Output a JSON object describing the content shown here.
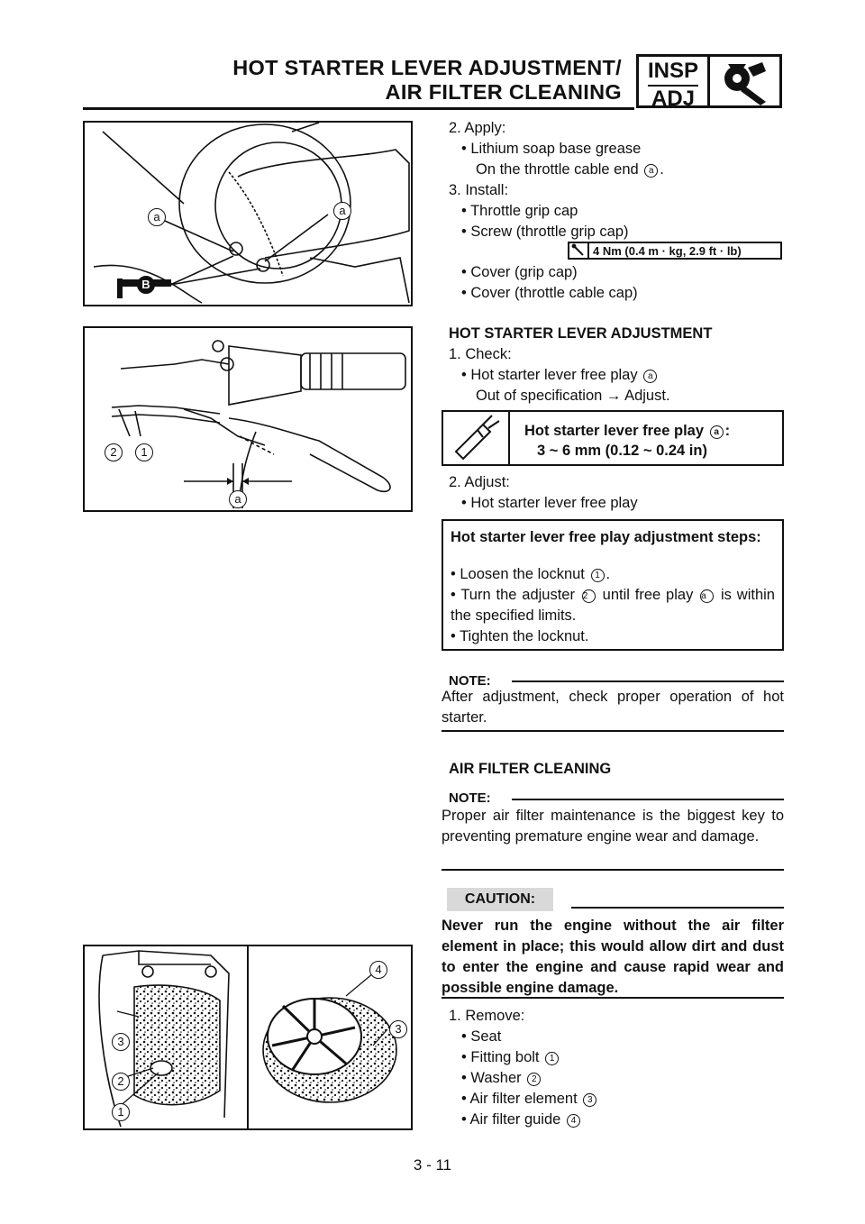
{
  "header": {
    "title_line1": "HOT STARTER LEVER ADJUSTMENT/",
    "title_line2": "AIR FILTER CLEANING",
    "badge_top": "INSP",
    "badge_bottom": "ADJ"
  },
  "figure1": {
    "callouts": [
      "a",
      "a",
      "B"
    ]
  },
  "figure2": {
    "callouts": [
      "2",
      "1",
      "a"
    ]
  },
  "figure3": {
    "callouts": [
      "4",
      "3",
      "3",
      "2",
      "1"
    ]
  },
  "steps_top": {
    "apply_label": "2.  Apply:",
    "apply_item": "Lithium soap base grease",
    "apply_sub": "On the throttle cable end",
    "apply_sub_ref": "a",
    "install_label": "3.  Install:",
    "install_items": [
      "Throttle grip cap",
      "Screw (throttle grip cap)"
    ],
    "torque": "4 Nm (0.4 m · kg, 2.9 ft · lb)",
    "install_items_after": [
      "Cover (grip cap)",
      "Cover (throttle cable cap)"
    ]
  },
  "hot_starter": {
    "heading": "HOT STARTER LEVER ADJUSTMENT",
    "check_label": "1.  Check:",
    "check_item": "Hot starter lever free play",
    "check_ref": "a",
    "check_sub": "Out of specification → Adjust.",
    "spec_label": "Hot starter lever free play",
    "spec_ref": "a",
    "spec_value": "3 ~ 6 mm (0.12 ~ 0.24 in)",
    "adjust_label": "2.  Adjust:",
    "adjust_item": "Hot starter lever free play",
    "steps_title": "Hot starter lever free play adjustment steps:",
    "step1": "Loosen the locknut",
    "step1_ref": "1",
    "step2_a": "Turn the adjuster",
    "step2_ref1": "2",
    "step2_b": "until free play",
    "step2_ref2": "a",
    "step2_c": "is within the specified limits.",
    "step3": "Tighten the locknut.",
    "note_label": "NOTE:",
    "note_text": "After adjustment, check proper operation of hot starter."
  },
  "air_filter": {
    "heading": "AIR FILTER CLEANING",
    "note_label": "NOTE:",
    "note_text": "Proper air filter maintenance is the biggest key to preventing premature engine wear and damage.",
    "caution_label": "CAUTION:",
    "caution_text": "Never run the engine without the air filter element in place; this would allow dirt and dust to enter the engine and cause rapid wear and possible engine damage.",
    "remove_label": "1.  Remove:",
    "remove_items": [
      {
        "text": "Seat",
        "ref": ""
      },
      {
        "text": "Fitting bolt",
        "ref": "1"
      },
      {
        "text": "Washer",
        "ref": "2"
      },
      {
        "text": "Air filter element",
        "ref": "3"
      },
      {
        "text": "Air filter guide",
        "ref": "4"
      }
    ]
  },
  "footer": {
    "page_number": "3 - 11"
  }
}
